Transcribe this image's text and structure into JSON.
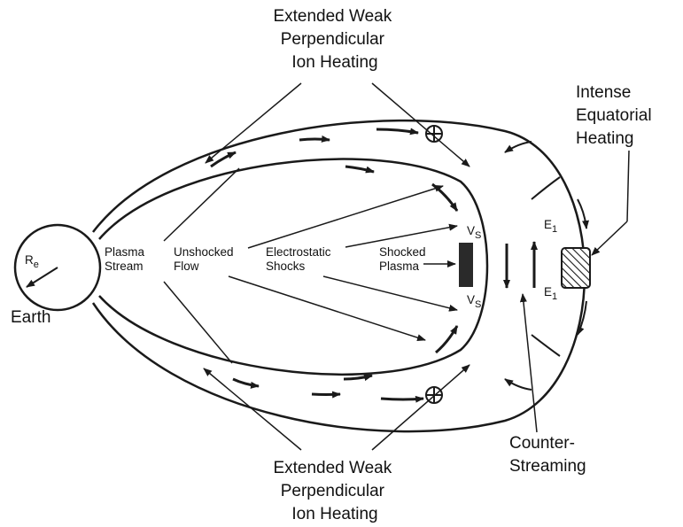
{
  "labels": {
    "top_heating": [
      "Extended Weak",
      "Perpendicular",
      "Ion Heating"
    ],
    "bottom_heating": [
      "Extended Weak",
      "Perpendicular",
      "Ion Heating"
    ],
    "equatorial": [
      "Intense",
      "Equatorial",
      "Heating"
    ],
    "counter": [
      "Counter-",
      "Streaming"
    ],
    "earth": "Earth",
    "re": "R",
    "re_sub": "e",
    "plasma_stream": [
      "Plasma",
      "Stream"
    ],
    "unshocked": [
      "Unshocked",
      "Flow"
    ],
    "electrostatic": [
      "Electrostatic",
      "Shocks"
    ],
    "shocked": [
      "Shocked",
      "Plasma"
    ],
    "vs_top": "V",
    "vs_top_sub": "S",
    "vs_bottom": "V",
    "vs_bottom_sub": "S",
    "e1_top": "E",
    "e1_top_sub": "1",
    "e1_bottom": "E",
    "e1_bottom_sub": "1"
  },
  "colors": {
    "ink": "#1a1a1a",
    "background": "#ffffff"
  },
  "icons": {
    "plus_circle": "circle-plus-icon",
    "hatched_box": "hatched-heating-region-icon"
  }
}
